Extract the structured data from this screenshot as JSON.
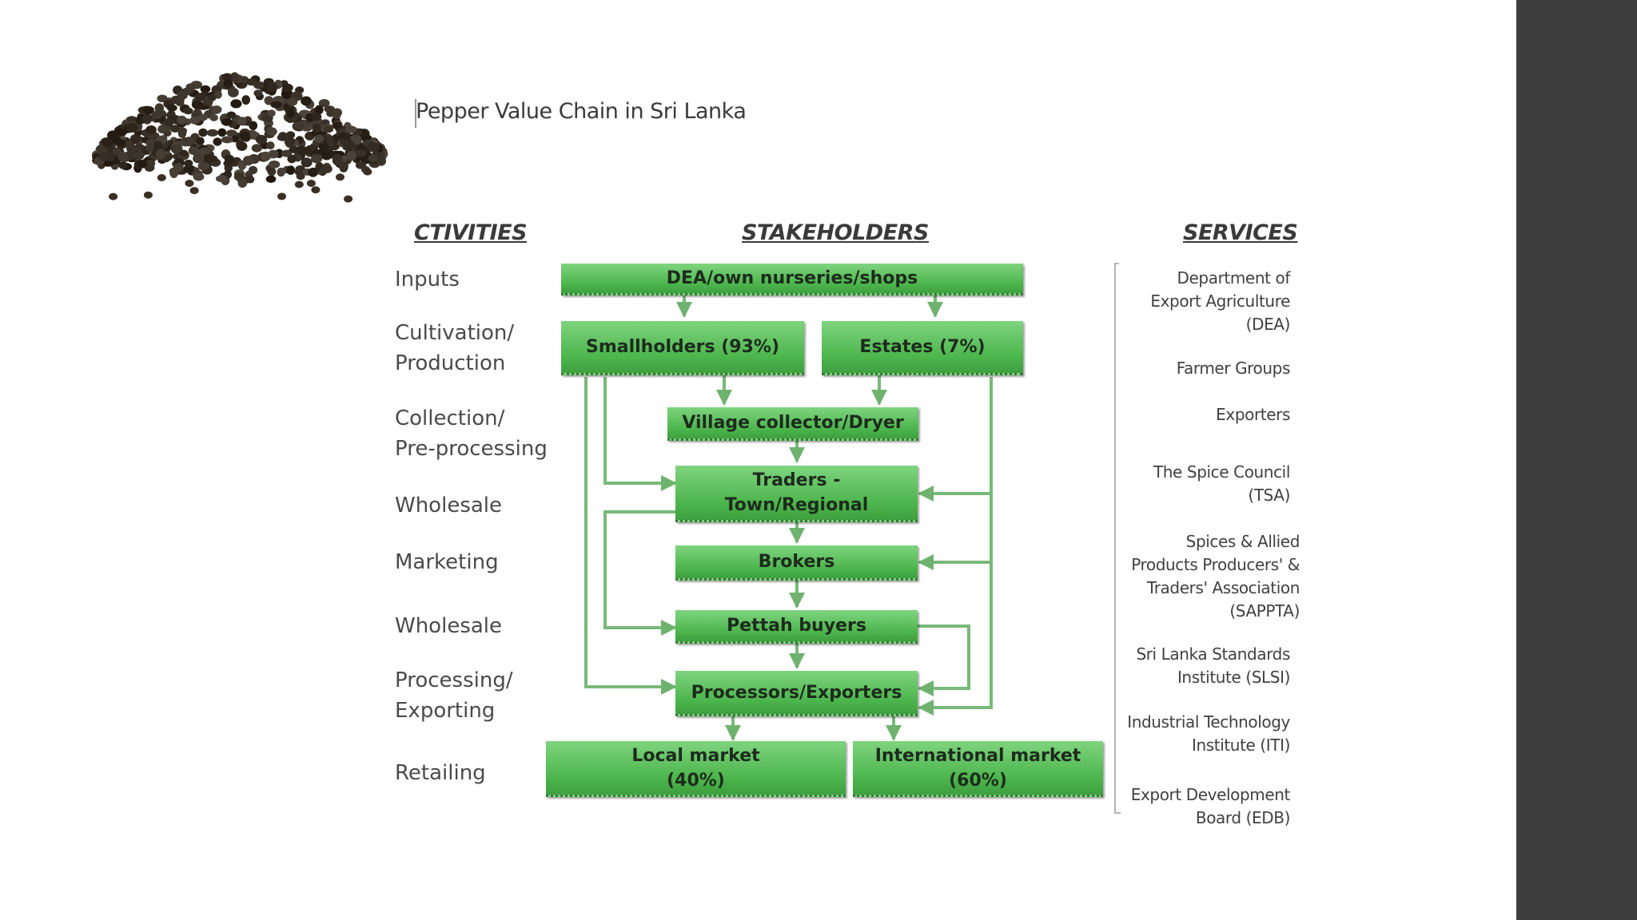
{
  "slide": {
    "title": "Pepper Value Chain in Sri Lanka",
    "colors": {
      "box_fill": "#56bf56",
      "arrow": "#6fb26f",
      "right_band": "#3d3d3d"
    }
  },
  "headers": {
    "activities": "CTIVITIES",
    "stakeholders": "STAKEHOLDERS",
    "services": "SERVICES"
  },
  "activities": [
    "Inputs",
    "Cultivation/\nProduction",
    "Collection/\nPre-processing",
    "Wholesale",
    "Marketing",
    "Wholesale",
    "Processing/\nExporting",
    "Retailing"
  ],
  "stakeholders": {
    "nurseries": "DEA/own nurseries/shops",
    "smallholders": "Smallholders (93%)",
    "estates": "Estates (7%)",
    "village_collector": "Village collector/Dryer",
    "traders": "Traders -\nTown/Regional",
    "brokers": "Brokers",
    "pettah_buyers": "Pettah buyers",
    "processors_exporters": "Processors/Exporters",
    "local_market": "Local market\n(40%)",
    "international_market": "International market\n(60%)"
  },
  "services": [
    "Department of\nExport Agriculture\n(DEA)",
    "Farmer Groups",
    "Exporters",
    "The Spice Council\n(TSA)",
    "Spices & Allied\nProducts Producers' &\nTraders' Association\n(SAPPTA)",
    "Sri Lanka Standards\nInstitute (SLSI)",
    "Industrial Technology\nInstitute (ITI)",
    "Export Development\nBoard (EDB)"
  ]
}
